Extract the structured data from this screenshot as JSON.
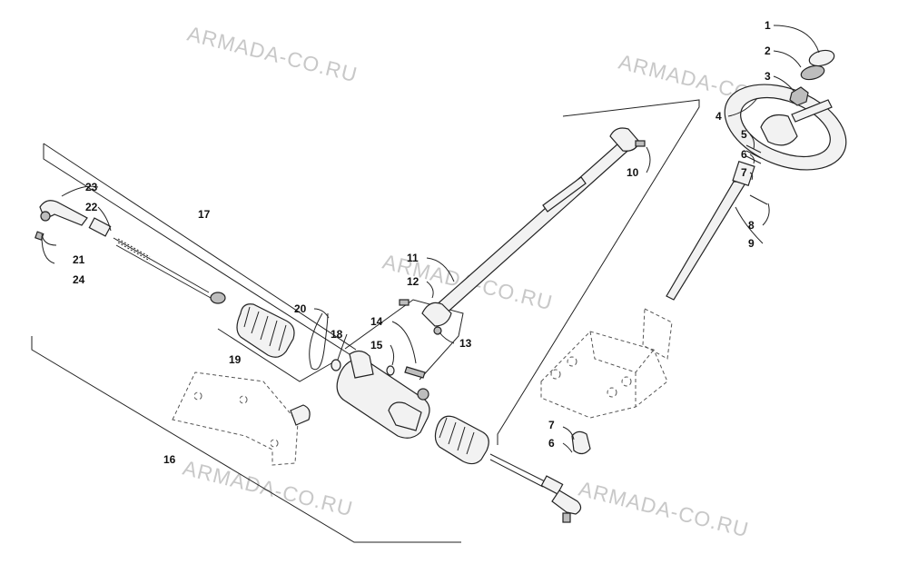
{
  "watermarks": [
    "ARMADA-CO.RU",
    "ARMADA-CO.RU",
    "ARMADA-CO.RU",
    "ARMADA-CO.RU"
  ],
  "callouts": [
    "1",
    "2",
    "3",
    "4",
    "5",
    "6",
    "7",
    "8",
    "9",
    "10",
    "11",
    "12",
    "13",
    "14",
    "15",
    "16",
    "17",
    "18",
    "19",
    "20",
    "21",
    "22",
    "23",
    "24",
    "7",
    "6"
  ]
}
